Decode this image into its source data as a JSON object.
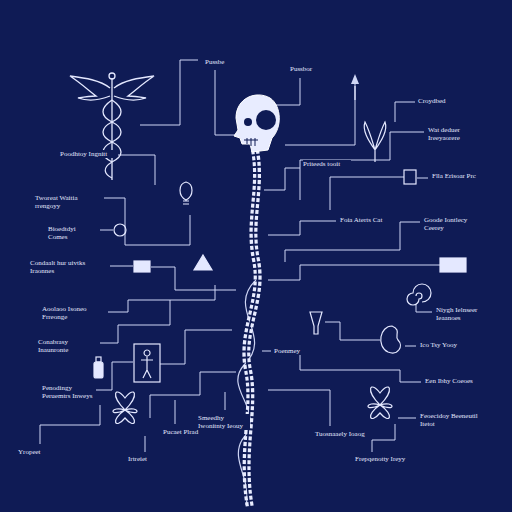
{
  "diagram": {
    "labels": [
      "Pussbe",
      "Pussbor",
      "Croydbed",
      "Poodhtoy Ingnitt",
      "Tworeat Waitia rrengoyy",
      "Bioedtdyi Comes",
      "Condaalt hur uivtks Iraonnes",
      "Aoolaoo Isoneo Frreonge",
      "Conabrasy Inaunronte",
      "Penodingy Peruemtrs Inweys",
      "Yropeet",
      "Irtreiet",
      "Pucaet Plrad",
      "Smeedhy Iwonitnty Ieouy",
      "Priteeds tooit",
      "Foia Aterts Cat",
      "Poenmey",
      "Tuosnaaely Ioaog",
      "Frepqenotty Ireyy",
      "Wat deduer Ireeyaorere",
      "Flla Erisoar Prc",
      "Goode Iontlecy Ceerey",
      "Niygh Ielnseer Ieaanoes",
      "Ico Tsy Yooy",
      "Een Ibhy Coeoes",
      "Feoecidoy Beeneutil Itetot"
    ]
  }
}
